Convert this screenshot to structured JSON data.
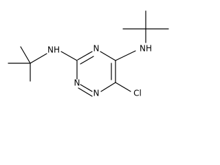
{
  "molecule": {
    "atoms": {
      "n_ring_1": "N",
      "n_ring_2": "N",
      "n_ring_3": "N",
      "amine_left": "NH",
      "amine_right": "NH",
      "chlorine": "Cl"
    }
  },
  "colors": {
    "bond": "#000000",
    "label": "#000000",
    "background": "#ffffff"
  }
}
